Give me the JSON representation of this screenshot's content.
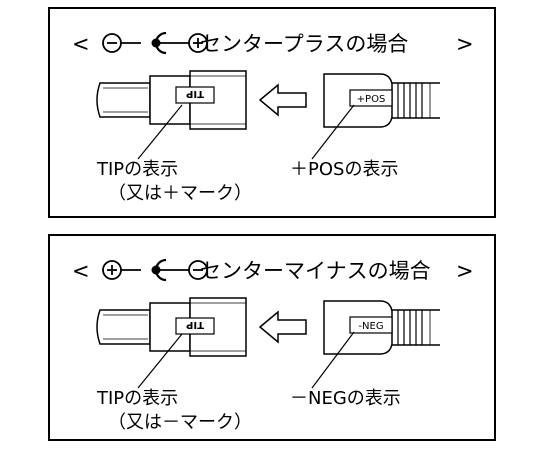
{
  "panels": [
    {
      "lt": "<",
      "gt": ">",
      "heading": "センタープラスの場合",
      "center_sign": "+",
      "outer_sign": "−",
      "plug_label": "TIP",
      "jack_label": "+POS",
      "tip_caption_1": "TIPの表示",
      "tip_caption_2": "（又は＋マーク）",
      "jack_caption": "＋POSの表示"
    },
    {
      "lt": "<",
      "gt": ">",
      "heading": "センターマイナスの場合",
      "center_sign": "−",
      "outer_sign": "+",
      "plug_label": "TIP",
      "jack_label": "-NEG",
      "tip_caption_1": "TIPの表示",
      "tip_caption_2": "（又は－マーク）",
      "jack_caption": "－NEGの表示"
    }
  ]
}
